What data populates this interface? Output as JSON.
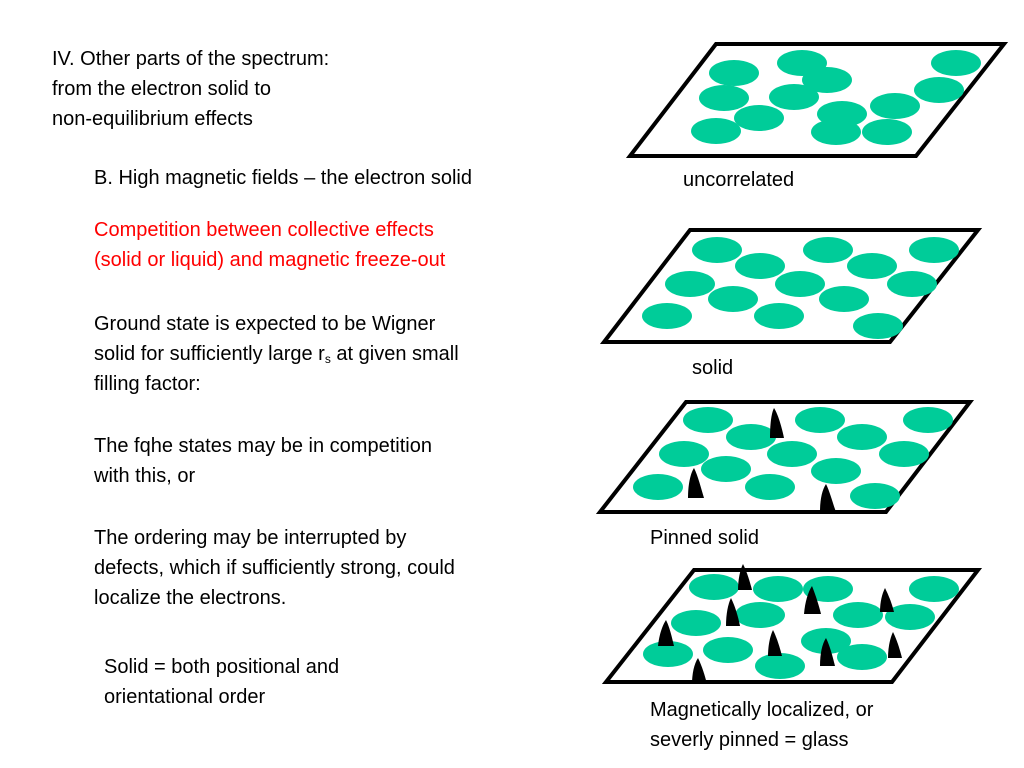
{
  "heading": [
    "IV. Other parts of the spectrum:",
    "from the electron solid to",
    "non-equilibrium effects"
  ],
  "subheading": "B. High magnetic fields – the electron solid",
  "competition": [
    "Competition between collective effects",
    "(solid or liquid) and  magnetic freeze-out"
  ],
  "ground_state": {
    "line1": "Ground state is expected to be Wigner",
    "line2_pre": "solid for sufficiently large r",
    "line2_sub": "s",
    "line2_post": " at given small",
    "line3": "filling factor:"
  },
  "fqhe": [
    "The fqhe states may be in competition",
    "with this,  or"
  ],
  "ordering": [
    "The ordering may be interrupted by",
    "defects, which if sufficiently strong, could",
    "localize the electrons."
  ],
  "definition": [
    "Solid = both positional and",
    "orientational order"
  ],
  "captions": {
    "uncorrelated": "uncorrelated",
    "solid": "solid",
    "pinned": "Pinned solid",
    "glass": [
      "Magnetically localized, or",
      "severly pinned = glass"
    ]
  },
  "colors": {
    "electron": "#00cc99",
    "accent": "#ff0000",
    "defect": "#000000"
  }
}
